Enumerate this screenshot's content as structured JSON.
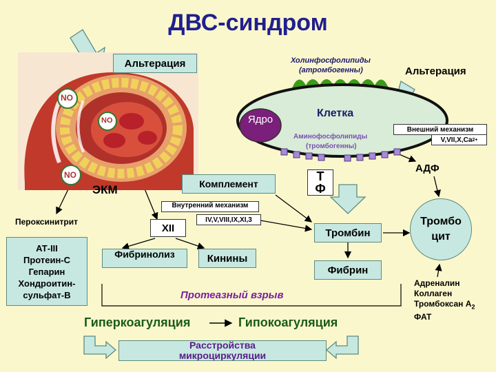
{
  "title": "ДВС-синдром",
  "vessel": {
    "alteration_left": "Альтерация",
    "no_label": "NO",
    "ecm": "ЭКМ",
    "peroxynitrite": "Пероксинитрит"
  },
  "cell": {
    "choline_phospholipids": "Холинфосфолипиды",
    "atrombogenic": "(атромбогенны)",
    "alteration_right": "Альтерация",
    "cell_label": "Клетка",
    "nucleus": "Ядро",
    "amino_phospholipids": "Аминофосфолипиды",
    "thrombogenic": "(тромбогенны)",
    "tf": "ТФ"
  },
  "external_mechanism": {
    "label": "Внешний механизм",
    "factors": "V,VII,X,Ca",
    "superscript": "2+"
  },
  "adp": "АДФ",
  "platelet": "Тромбоцит",
  "complement": "Комплемент",
  "internal_mechanism": {
    "label": "Внутренний механизм",
    "factors": "IV,V,VIII,IX,XI,3"
  },
  "xii": "XII",
  "fibrinolysis": "Фибринолиз",
  "kinins": "Кинины",
  "thrombin": "Тромбин",
  "fibrin": "Фибрин",
  "anticoagulants": [
    "АТ-III",
    "Протеин-С",
    "Гепарин",
    "Хондроитин-",
    "сульфат-В"
  ],
  "platelet_activators": {
    "items": [
      "Адреналин",
      "Коллаген",
      "Тромбоксан А",
      "ФАТ"
    ],
    "subscript": "2"
  },
  "protease_burst": "Протеазный взрыв",
  "hypercoagulation": "Гиперкоагуляция",
  "hypocoagulation": "Гипокоагуляция",
  "microcirculation": "Расстройства микроциркуляции",
  "colors": {
    "title": "#1f1f8f",
    "box_fill": "#c7e8e0",
    "box_border": "#5a8a80",
    "protease_text": "#7a1fa2",
    "membrane_green": "#3c9a1c",
    "cell_fill": "#d8ecd8",
    "nucleus_fill": "#7a1f7a",
    "purple_dots": "#a98ad8",
    "vessel_red": "#c0392b",
    "vessel_yellow": "#f0d25a"
  }
}
